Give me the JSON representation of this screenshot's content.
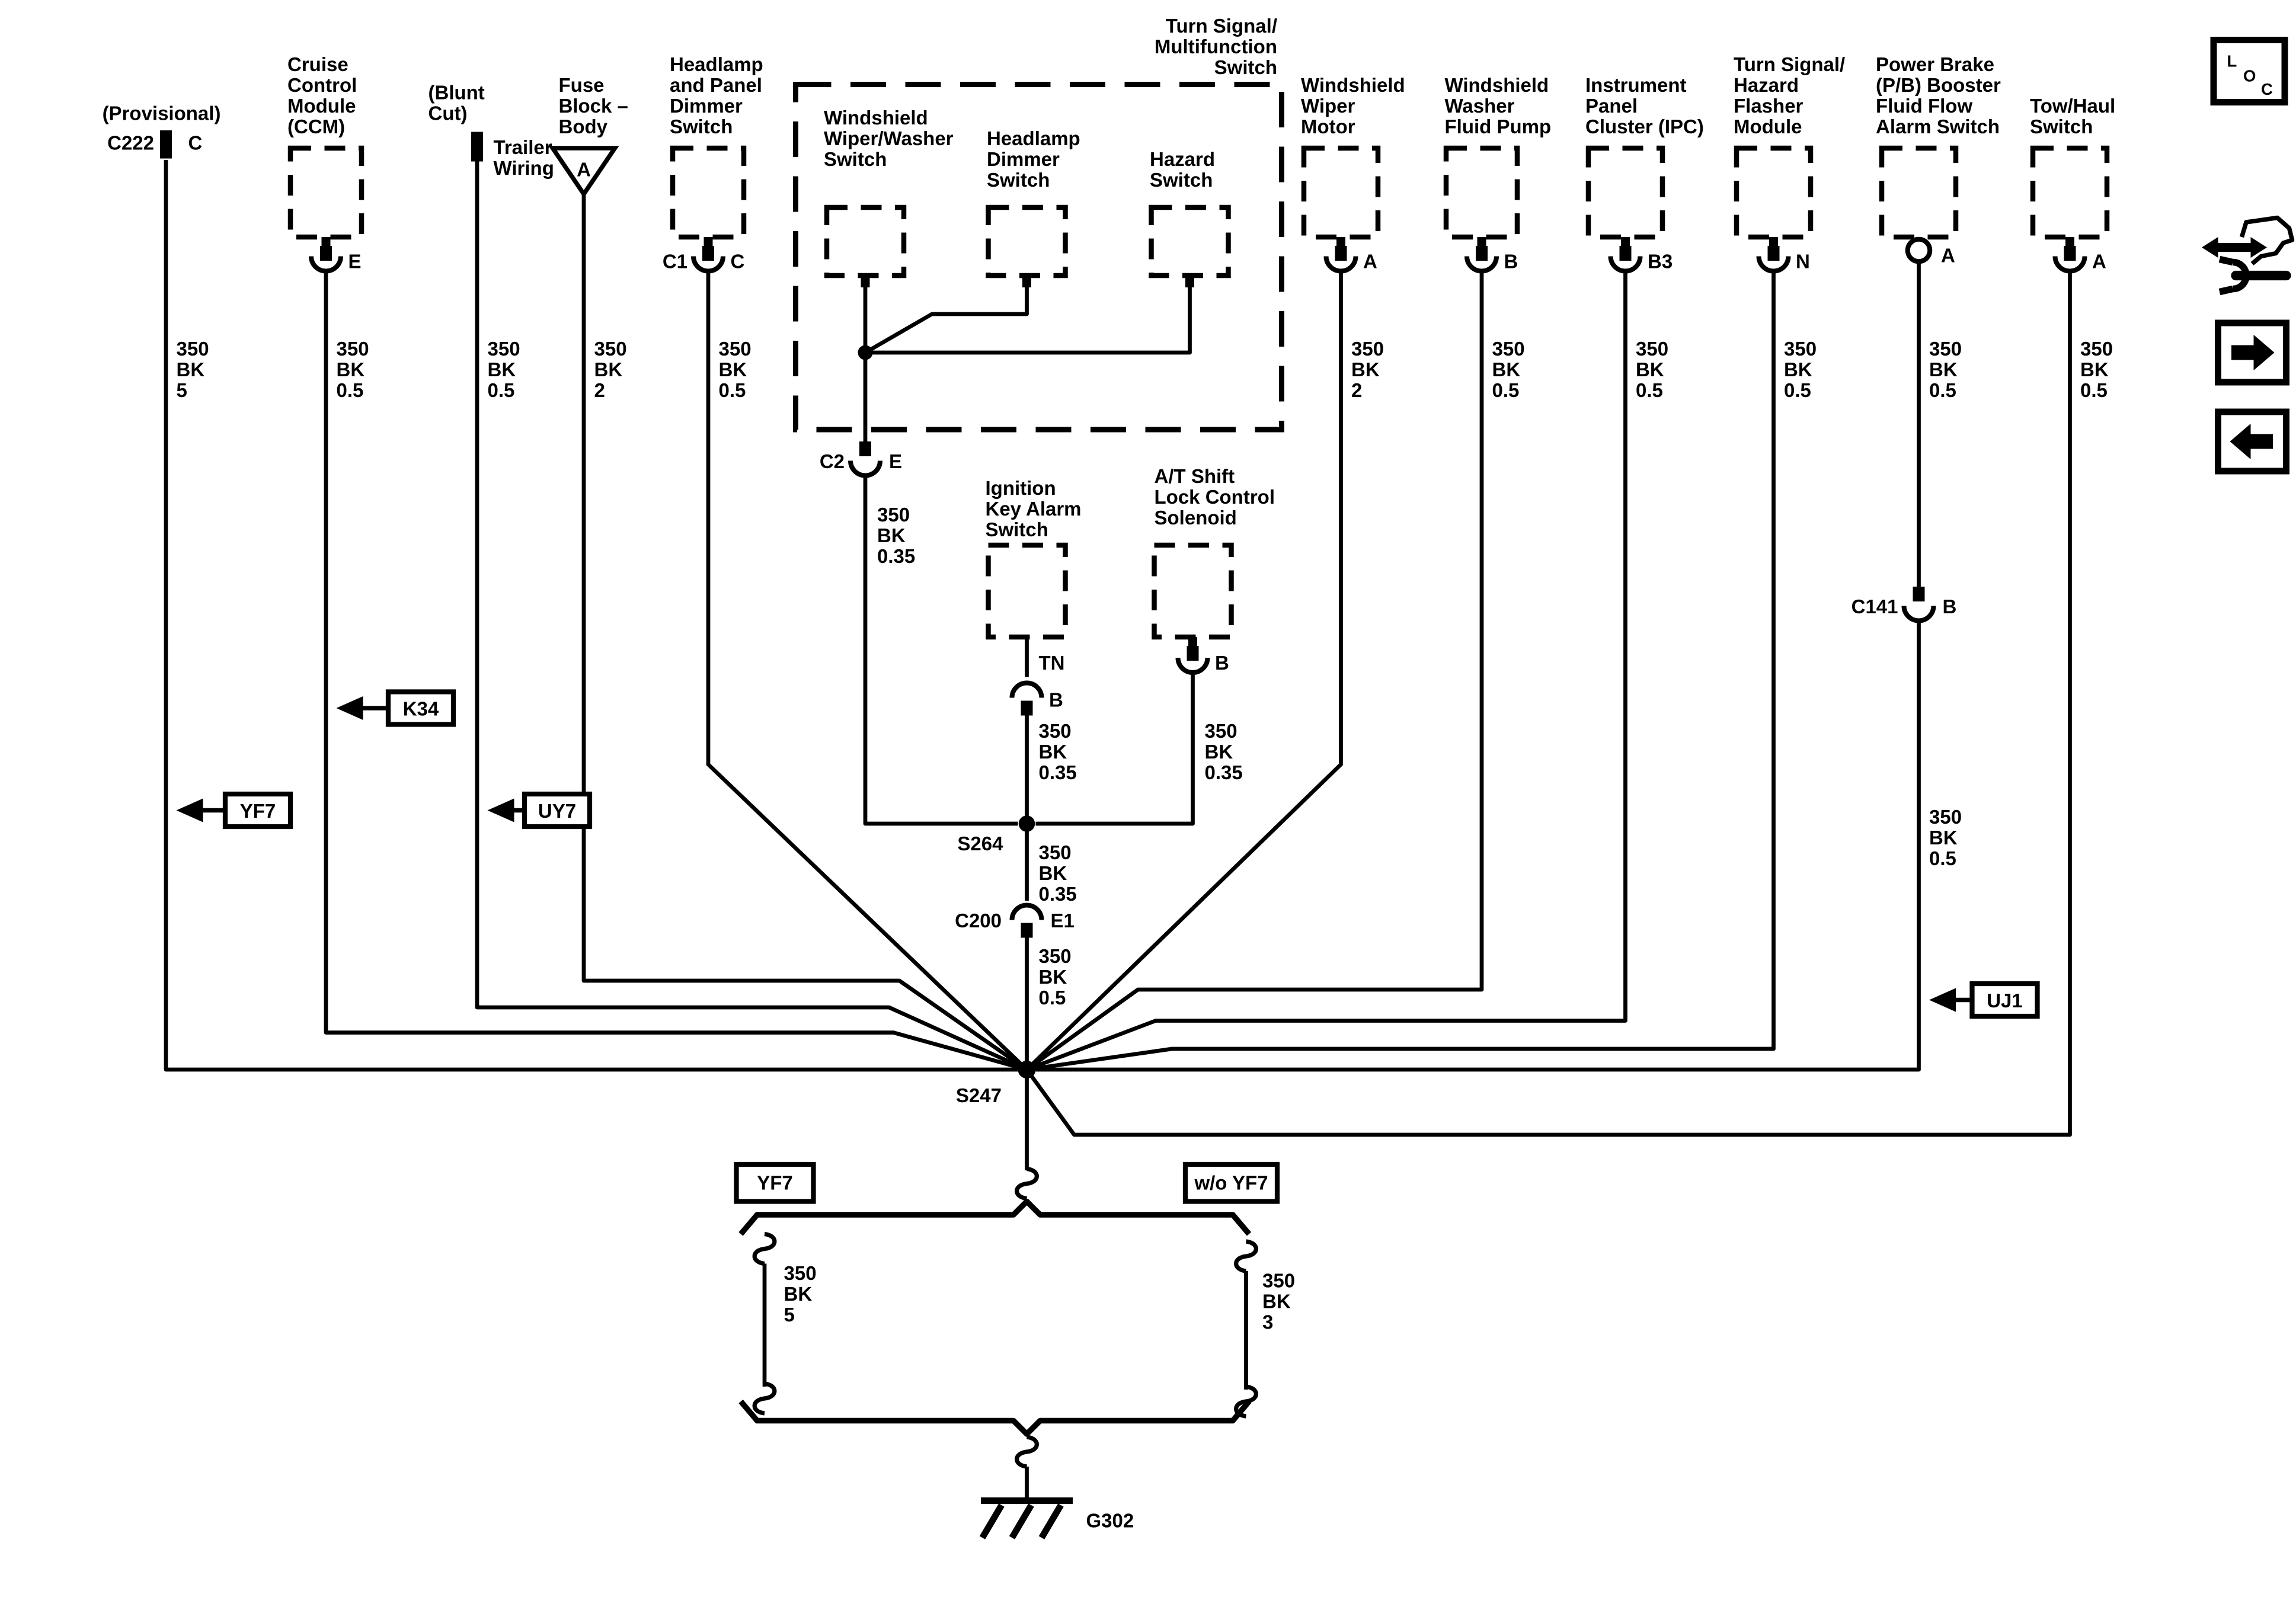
{
  "colors": {
    "ink": "#000000",
    "paper": "#ffffff"
  },
  "components": {
    "provisional": {
      "note": "(Provisional)",
      "conn": "C222",
      "pin": "C"
    },
    "ccm": {
      "label": [
        "Cruise",
        "Control",
        "Module",
        "(CCM)"
      ],
      "pin": "E"
    },
    "trailer": {
      "note": [
        "(Blunt",
        "Cut)"
      ],
      "label": [
        "Trailer",
        "Wiring"
      ]
    },
    "fuse_block": {
      "label": [
        "Fuse",
        "Block –",
        "Body"
      ],
      "grid": "A"
    },
    "headlamp_panel_dimmer": {
      "label": [
        "Headlamp",
        "and Panel",
        "Dimmer",
        "Switch"
      ],
      "conn": "C1",
      "pin": "C"
    },
    "multifunction_switch": {
      "label": [
        "Turn Signal/",
        "Multifunction",
        "Switch"
      ]
    },
    "wiper_washer_switch": {
      "label": [
        "Windshield",
        "Wiper/Washer",
        "Switch"
      ]
    },
    "headlamp_dimmer_switch": {
      "label": [
        "Headlamp",
        "Dimmer",
        "Switch"
      ]
    },
    "hazard_switch": {
      "label": [
        "Hazard",
        "Switch"
      ]
    },
    "ignition_key_alarm": {
      "label": [
        "Ignition",
        "Key Alarm",
        "Switch"
      ],
      "wire_name": "TN",
      "pin": "B"
    },
    "at_shift_lock": {
      "label": [
        "A/T Shift",
        "Lock Control",
        "Solenoid"
      ],
      "pin": "B"
    },
    "wiper_motor": {
      "label": [
        "Windshield",
        "Wiper",
        "Motor"
      ],
      "pin": "A"
    },
    "washer_pump": {
      "label": [
        "Windshield",
        "Washer",
        "Fluid Pump"
      ],
      "pin": "B"
    },
    "ipc": {
      "label": [
        "Instrument",
        "Panel",
        "Cluster (IPC)"
      ],
      "pin": "B3"
    },
    "flasher_module": {
      "label": [
        "Turn Signal/",
        "Hazard",
        "Flasher",
        "Module"
      ],
      "pin": "N"
    },
    "power_brake": {
      "label": [
        "Power Brake",
        "(P/B) Booster",
        "Fluid Flow",
        "Alarm Switch"
      ],
      "pin": "A"
    },
    "tow_haul": {
      "label": [
        "Tow/Haul",
        "Switch"
      ],
      "pin": "A"
    }
  },
  "connectors": {
    "c2": {
      "name": "C2",
      "pin": "E"
    },
    "c141": {
      "name": "C141",
      "pin": "B"
    },
    "c200": {
      "name": "C200",
      "pin": "E1"
    }
  },
  "splices": {
    "s264": "S264",
    "s247": "S247"
  },
  "ground": {
    "name": "G302"
  },
  "wires": {
    "c222": {
      "circuit": "350",
      "color": "BK",
      "gauge": "5"
    },
    "ccm": {
      "circuit": "350",
      "color": "BK",
      "gauge": "0.5"
    },
    "trailer": {
      "circuit": "350",
      "color": "BK",
      "gauge": "0.5"
    },
    "fuse": {
      "circuit": "350",
      "color": "BK",
      "gauge": "2"
    },
    "headlamp": {
      "circuit": "350",
      "color": "BK",
      "gauge": "0.5"
    },
    "c2_s264": {
      "circuit": "350",
      "color": "BK",
      "gauge": "0.35"
    },
    "ignition": {
      "circuit": "350",
      "color": "BK",
      "gauge": "0.35"
    },
    "at_shift": {
      "circuit": "350",
      "color": "BK",
      "gauge": "0.35"
    },
    "s264_c200": {
      "circuit": "350",
      "color": "BK",
      "gauge": "0.35"
    },
    "c200_s247": {
      "circuit": "350",
      "color": "BK",
      "gauge": "0.5"
    },
    "wiper_motor": {
      "circuit": "350",
      "color": "BK",
      "gauge": "2"
    },
    "washer": {
      "circuit": "350",
      "color": "BK",
      "gauge": "0.5"
    },
    "ipc": {
      "circuit": "350",
      "color": "BK",
      "gauge": "0.5"
    },
    "flasher": {
      "circuit": "350",
      "color": "BK",
      "gauge": "0.5"
    },
    "power_brake_upper": {
      "circuit": "350",
      "color": "BK",
      "gauge": "0.5"
    },
    "power_brake_lower": {
      "circuit": "350",
      "color": "BK",
      "gauge": "0.5"
    },
    "tow_haul": {
      "circuit": "350",
      "color": "BK",
      "gauge": "0.5"
    },
    "opt_left": {
      "circuit": "350",
      "color": "BK",
      "gauge": "5"
    },
    "opt_right": {
      "circuit": "350",
      "color": "BK",
      "gauge": "3"
    }
  },
  "refs": {
    "k34": "K34",
    "yf7": "YF7",
    "uy7": "UY7",
    "uj1": "UJ1"
  },
  "options": {
    "with": "YF7",
    "without": "w/o YF7"
  },
  "loc": {
    "l": "L",
    "o": "O",
    "c": "C"
  }
}
